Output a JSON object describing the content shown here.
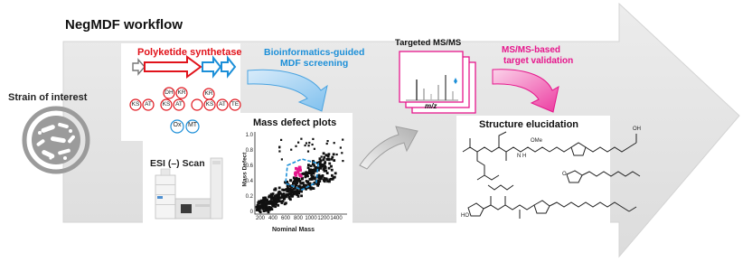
{
  "title": "NegMDF workflow",
  "strain": {
    "label": "Strain of interest"
  },
  "pks": {
    "title": "Polyketide synthetase",
    "domains_row1": [
      "KS",
      "AT",
      "KS",
      "AT",
      "KS",
      "AT",
      "TE"
    ],
    "domains_row2": [
      "DH",
      "KR",
      "KR"
    ],
    "tailoring": [
      "Ox",
      "MT"
    ]
  },
  "esi": {
    "label": "ESI (–) Scan"
  },
  "bioinfo": {
    "label_line1": "Bioinformatics-guided",
    "label_line2": "MDF screening"
  },
  "mdplot": {
    "title": "Mass defect plots",
    "xlabel": "Nominal Mass",
    "ylabel": "Mass Defect",
    "xticks": [
      "200",
      "400",
      "600",
      "800",
      "1000",
      "1200",
      "1400"
    ],
    "yticks": [
      "0",
      "0.2",
      "0.4",
      "0.6",
      "0.8",
      "1.0"
    ]
  },
  "msms": {
    "title": "Targeted MS/MS",
    "axis_label": "m/z"
  },
  "validation": {
    "label_line1": "MS/MS-based",
    "label_line2": "target validation"
  },
  "structure": {
    "title": "Structure elucidation",
    "labels": [
      "OH",
      "OMe",
      "HO",
      "O",
      "N",
      "H"
    ]
  },
  "colors": {
    "pks_red": "#e1131b",
    "bioinfo_blue": "#1c8fd8",
    "validation_pink": "#e6168c",
    "plot_highlight": "#e6168c",
    "big_arrow": "#e3e3e3"
  }
}
